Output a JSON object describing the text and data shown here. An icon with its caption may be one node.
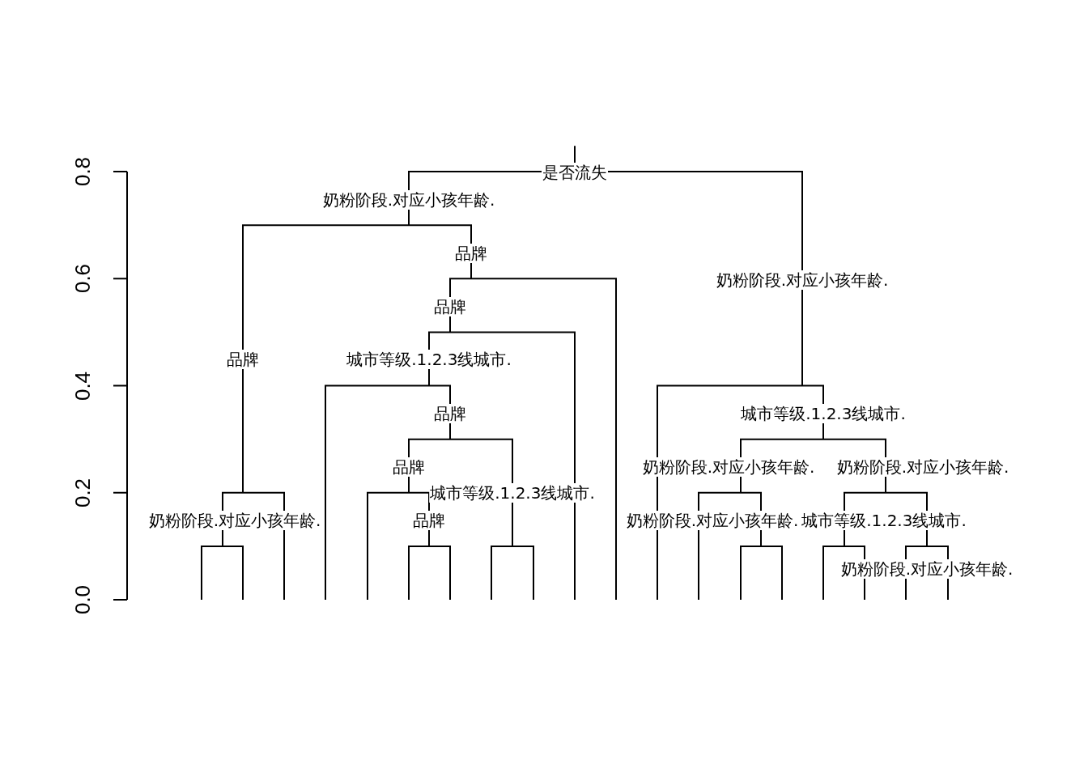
{
  "diagram": {
    "labels": [
      "0.8",
      "0.6",
      "0.4",
      "0.2",
      "0.0",
      "是否流失",
      "奶粉阶段.对应小孩年龄.",
      "品牌",
      "奶粉阶段.对应小孩年龄.",
      "品牌",
      "品牌",
      "城市等级.1.2.3线城市.",
      "品牌",
      "城市等级.1.2.3线城市.",
      "品牌",
      "奶粉阶段.对应小孩年龄.",
      "奶粉阶段.对应小孩年龄.",
      "城市等级.1.2.3线城市.",
      "奶粉阶段.对应小孩年龄.",
      "品牌",
      "奶粉阶段.对应小孩年龄.",
      "城市等级.1.2.3线城市.",
      "奶粉阶段.对应小孩年龄."
    ]
  }
}
